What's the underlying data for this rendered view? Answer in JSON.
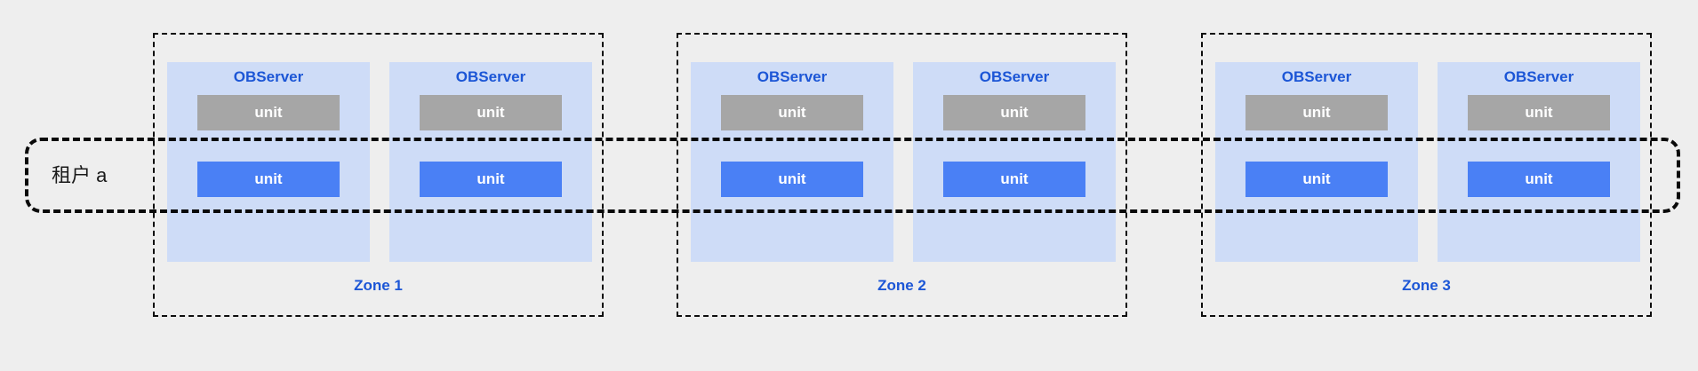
{
  "colors": {
    "background": "#eeeeee",
    "server_box_fill": "#cedcf7",
    "unit_gray_fill": "#a6a6a6",
    "unit_blue_fill": "#4a80f5",
    "label_blue_text": "#1c56d6",
    "unit_text": "#ffffff",
    "dashed_border": "#0a0a0a",
    "tenant_text": "#1a1a1a"
  },
  "tenant": {
    "label": "租户 a"
  },
  "zones": [
    {
      "label": "Zone 1",
      "servers": [
        {
          "title": "OBServer",
          "units": [
            {
              "label": "unit"
            },
            {
              "label": "unit"
            }
          ]
        },
        {
          "title": "OBServer",
          "units": [
            {
              "label": "unit"
            },
            {
              "label": "unit"
            }
          ]
        }
      ]
    },
    {
      "label": "Zone 2",
      "servers": [
        {
          "title": "OBServer",
          "units": [
            {
              "label": "unit"
            },
            {
              "label": "unit"
            }
          ]
        },
        {
          "title": "OBServer",
          "units": [
            {
              "label": "unit"
            },
            {
              "label": "unit"
            }
          ]
        }
      ]
    },
    {
      "label": "Zone 3",
      "servers": [
        {
          "title": "OBServer",
          "units": [
            {
              "label": "unit"
            },
            {
              "label": "unit"
            }
          ]
        },
        {
          "title": "OBServer",
          "units": [
            {
              "label": "unit"
            },
            {
              "label": "unit"
            }
          ]
        }
      ]
    }
  ]
}
